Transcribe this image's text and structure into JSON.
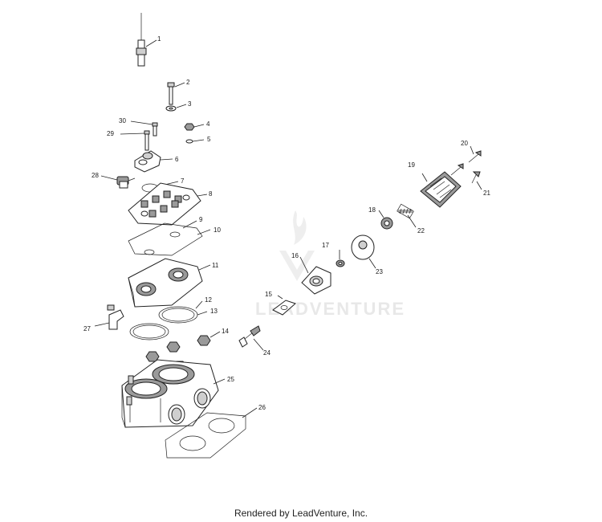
{
  "watermark": {
    "brand": "LEADVENTURE"
  },
  "footer": {
    "text": "Rendered by LeadVenture, Inc."
  },
  "callouts": {
    "c1": "1",
    "c2": "2",
    "c3": "3",
    "c4": "4",
    "c5": "5",
    "c6": "6",
    "c7": "7",
    "c8": "8",
    "c9": "9",
    "c10": "10",
    "c11": "11",
    "c12": "12",
    "c13": "13",
    "c14": "14",
    "c15": "15",
    "c16": "16",
    "c17": "17",
    "c18": "18",
    "c19": "19",
    "c20": "20",
    "c21": "21",
    "c22": "22",
    "c23": "23",
    "c24": "24",
    "c25": "25",
    "c26": "26",
    "c27": "27",
    "c28": "28",
    "c29": "29",
    "c30": "30"
  }
}
